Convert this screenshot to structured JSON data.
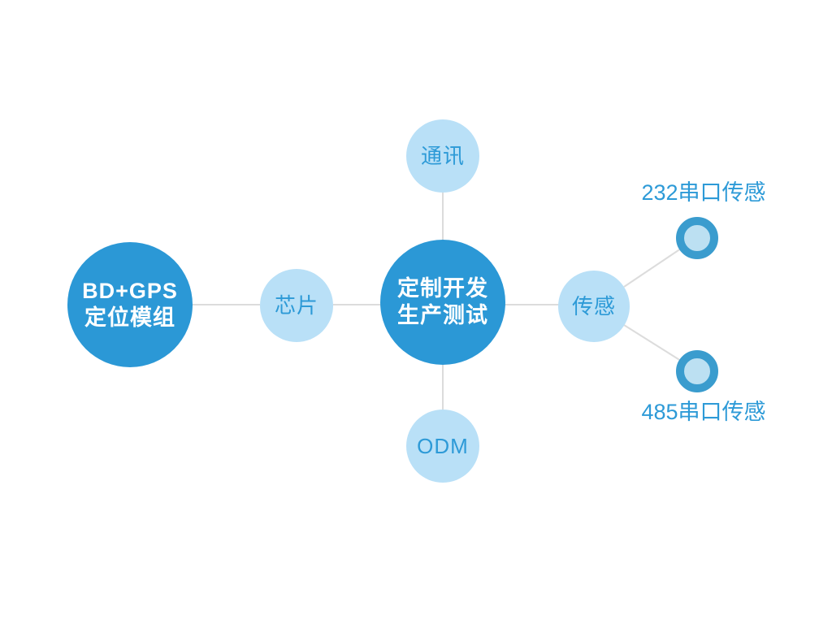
{
  "diagram": {
    "center_node": {
      "line1": "定制开发",
      "line2": "生产测试"
    },
    "left_node": {
      "line1": "BD+GPS",
      "line2": "定位模组"
    },
    "top_node": {
      "label": "通讯"
    },
    "chip_node": {
      "label": "芯片"
    },
    "bottom_node": {
      "label": "ODM"
    },
    "sensor_node": {
      "label": "传感"
    },
    "sensor_endpoints": {
      "top": {
        "label": "232串口传感"
      },
      "bottom": {
        "label": "485串口传感"
      }
    },
    "colors": {
      "primary": "#2b98d6",
      "light_fill": "#b9e0f7",
      "text_blue": "#2d9ad7",
      "ring": "#3a9cce",
      "ring_inner": "#bce0f2",
      "connector_line": "#dcdcdc"
    }
  }
}
